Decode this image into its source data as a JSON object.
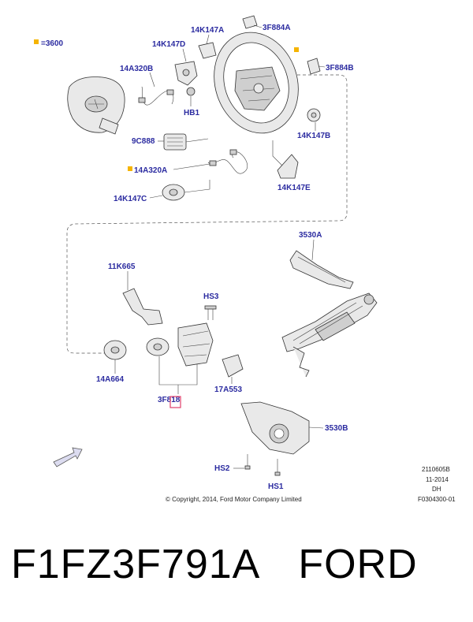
{
  "legend": {
    "color": "#f5b400",
    "text": "=3600"
  },
  "labels": {
    "l14k147a": "14K147A",
    "l3f884a": "3F884A",
    "l14k147d": "14K147D",
    "l3f884b": "3F884B",
    "l14a320b": "14A320B",
    "lhb1": "HB1",
    "l9c888": "9C888",
    "l14k147b": "14K147B",
    "l14a320a": "14A320A",
    "l14k147e": "14K147E",
    "l14k147c": "14K147C",
    "l3530a": "3530A",
    "l11k665": "11K665",
    "lhs3": "HS3",
    "l14a664": "14A664",
    "l17a553": "17A553",
    "l3f818": "3F818",
    "l3530b": "3530B",
    "lhs2": "HS2",
    "lhs1": "HS1"
  },
  "meta": {
    "code1": "2110605B",
    "date": "11-2014",
    "initials": "DH",
    "figure": "F0304300-01",
    "copyright": "© Copyright, 2014, Ford Motor Company Limited"
  },
  "footer": {
    "part_number": "F1FZ3F791A",
    "brand": "FORD"
  },
  "colors": {
    "label": "#2b2ba0",
    "marker": "#f5b400",
    "highlight": "#e0406a"
  }
}
